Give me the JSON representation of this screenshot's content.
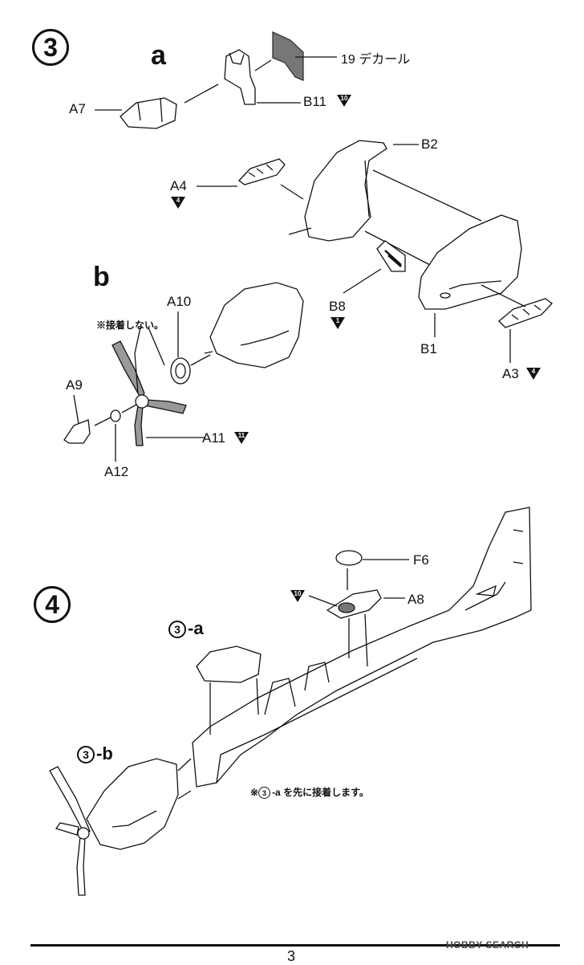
{
  "steps": {
    "step3": "3",
    "step4": "4",
    "sub_a": "a",
    "sub_b": "b"
  },
  "parts": {
    "decal_19": "19 デカール",
    "A7": "A7",
    "B11": "B11",
    "B11_qty": "10",
    "B2": "B2",
    "A4": "A4",
    "A4_qty": "4",
    "B8": "B8",
    "B8_qty": "1",
    "B1": "B1",
    "A3": "A3",
    "A3_qty": "4",
    "A10": "A10",
    "A9": "A9",
    "A12": "A12",
    "A11": "A11",
    "A11_qty": "11",
    "F6": "F6",
    "A8": "A8",
    "A8_qty": "10"
  },
  "notes": {
    "no_glue": "※接着しない。",
    "glue_first_prefix": "※",
    "glue_first_ref": "3",
    "glue_first_text": "-a を先に接着します。"
  },
  "refs": {
    "ref_3a_num": "3",
    "ref_3a_suffix": "-a",
    "ref_3b_num": "3",
    "ref_3b_suffix": "-b"
  },
  "footer": {
    "page_number": "3",
    "watermark": "HOBBY SEARCH"
  }
}
